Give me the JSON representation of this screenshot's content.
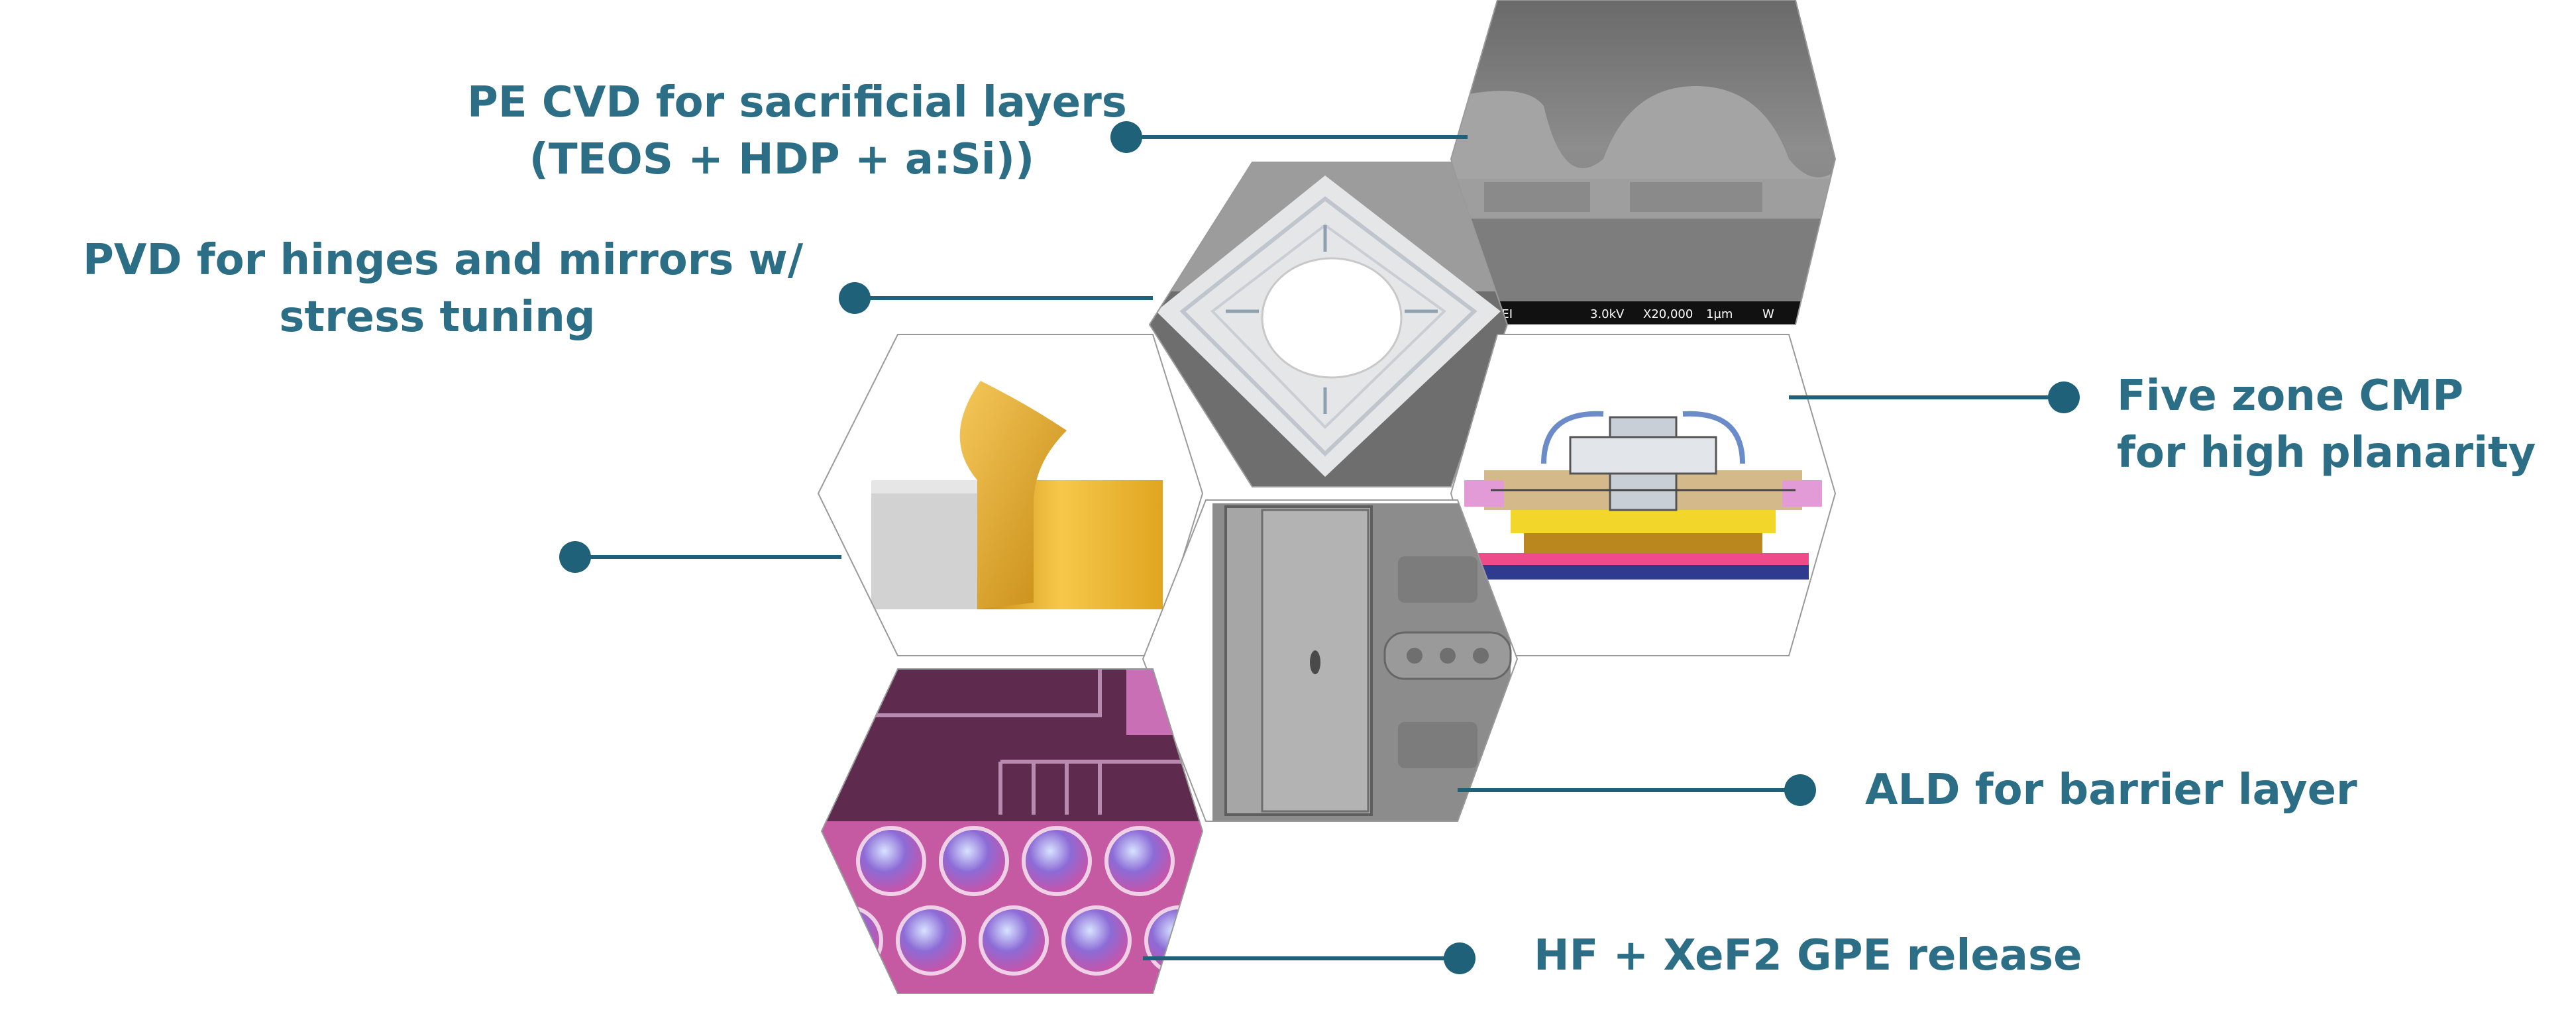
{
  "labels": {
    "pe_cvd": {
      "line1": "PE CVD for sacrificial layers",
      "line2": "(TEOS + HDP + a:Si))"
    },
    "pvd": {
      "line1": "PVD for hinges and mirrors w/",
      "line2": "stress tuning"
    },
    "cmp": {
      "line1": "Five zone CMP",
      "line2": "for high planarity"
    },
    "ald": "ALD for barrier layer",
    "release": "HF + XeF2 GPE release"
  },
  "sem_caption": [
    "SEI",
    "3.0kV",
    "X20,000",
    "1µm",
    "W"
  ],
  "icons": [
    "sem-cross-section-image",
    "mems-mirror-die-image",
    "gold-foil-peel-image",
    "cmp-head-diagram-image",
    "sem-hinge-image",
    "micro-mirror-array-image"
  ],
  "colors": {
    "accent": "#2b6e86",
    "connector": "#1f6179",
    "outline": "#9a9a9a"
  }
}
